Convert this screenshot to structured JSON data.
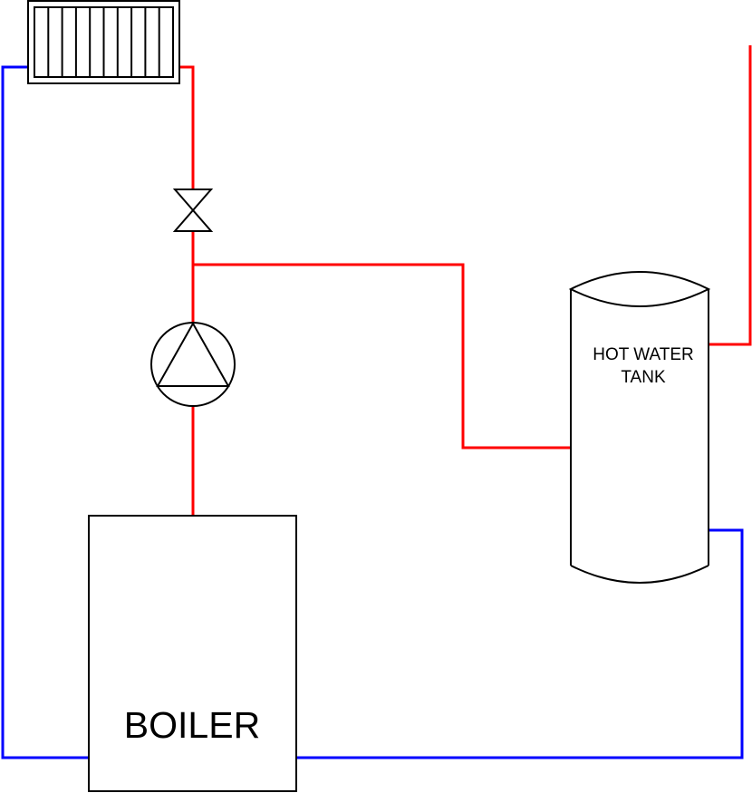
{
  "labels": {
    "tank_line1": "HOT WATER",
    "tank_line2": "TANK",
    "boiler": "BOILER"
  },
  "colors": {
    "flow": "#ff0000",
    "return": "#0000ff",
    "outline": "#000000"
  },
  "components": [
    "radiator",
    "valve",
    "pump",
    "hot-water-tank",
    "boiler"
  ]
}
